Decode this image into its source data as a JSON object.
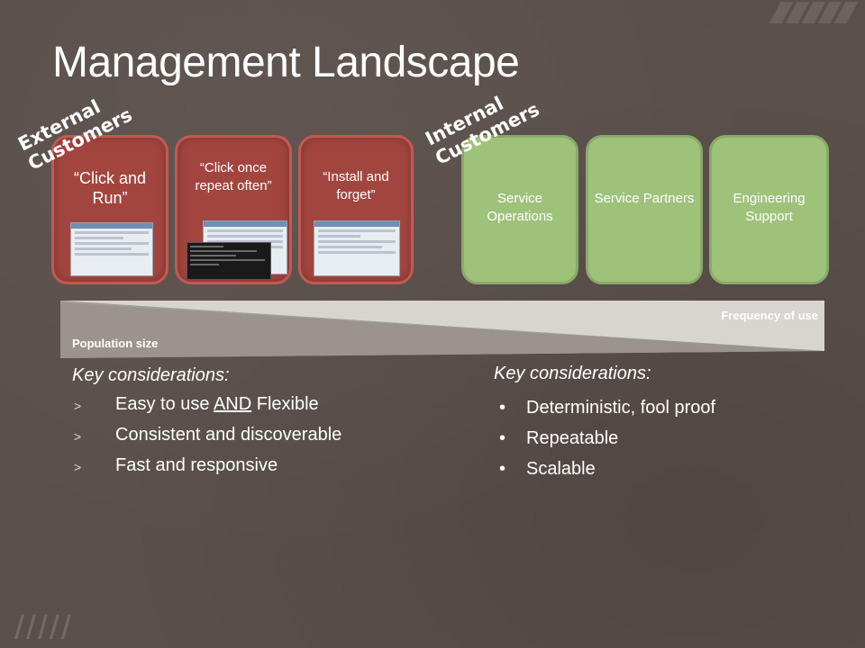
{
  "slide": {
    "title": "Management Landscape",
    "colors": {
      "background": "#5a4f4a",
      "red_tile": "#a3453f",
      "green_tile": "#9ec27a",
      "wedge": "#d3cfcb"
    }
  },
  "groups": {
    "external": "External Customers",
    "internal": "Internal Customers"
  },
  "external_tiles": [
    {
      "label": "“Click and Run”",
      "icon": "app-window-screenshot-icon"
    },
    {
      "label": "“Click once repeat often”",
      "icon": "console-screenshot-icon"
    },
    {
      "label": "“Install and forget”",
      "icon": "installer-screenshot-icon"
    }
  ],
  "internal_tiles": [
    {
      "label": "Service Operations"
    },
    {
      "label": "Service Partners"
    },
    {
      "label": "Engineering Support"
    }
  ],
  "wedge": {
    "frequency_label": "Frequency of use",
    "population_label": "Population size"
  },
  "left_considerations": {
    "title": "Key considerations:",
    "items": [
      {
        "pre": "Easy to use ",
        "underline": "AND",
        "post": " Flexible"
      },
      {
        "text": "Consistent and discoverable"
      },
      {
        "text": "Fast and responsive"
      }
    ],
    "marker": ">"
  },
  "right_considerations": {
    "title": "Key considerations:",
    "items": [
      "Deterministic, fool proof",
      "Repeatable",
      "Scalable"
    ],
    "marker": "•"
  }
}
